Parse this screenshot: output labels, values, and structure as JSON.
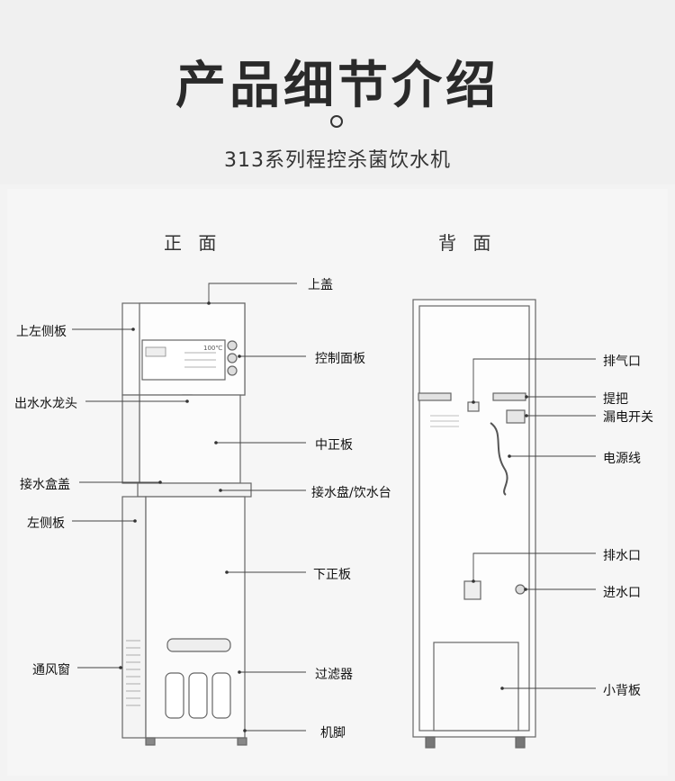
{
  "header": {
    "title": "产品细节介绍",
    "subtitle": "313系列程控杀菌饮水机"
  },
  "front": {
    "title": "正 面",
    "display_temp": "100℃",
    "labels": {
      "top_cover": "上盖",
      "upper_left_side": "上左侧板",
      "control_panel": "控制面板",
      "faucet": "出水水龙头",
      "middle_front": "中正板",
      "tray_cover": "接水盒盖",
      "drip_tray": "接水盘/饮水台",
      "left_side": "左侧板",
      "lower_front": "下正板",
      "vent": "通风窗",
      "filter": "过滤器",
      "feet": "机脚"
    }
  },
  "back": {
    "title": "背 面",
    "labels": {
      "exhaust": "排气口",
      "handle": "提把",
      "leakage_switch": "漏电开关",
      "power_cord": "电源线",
      "drain": "排水口",
      "inlet": "进水口",
      "small_back_panel": "小背板"
    }
  }
}
